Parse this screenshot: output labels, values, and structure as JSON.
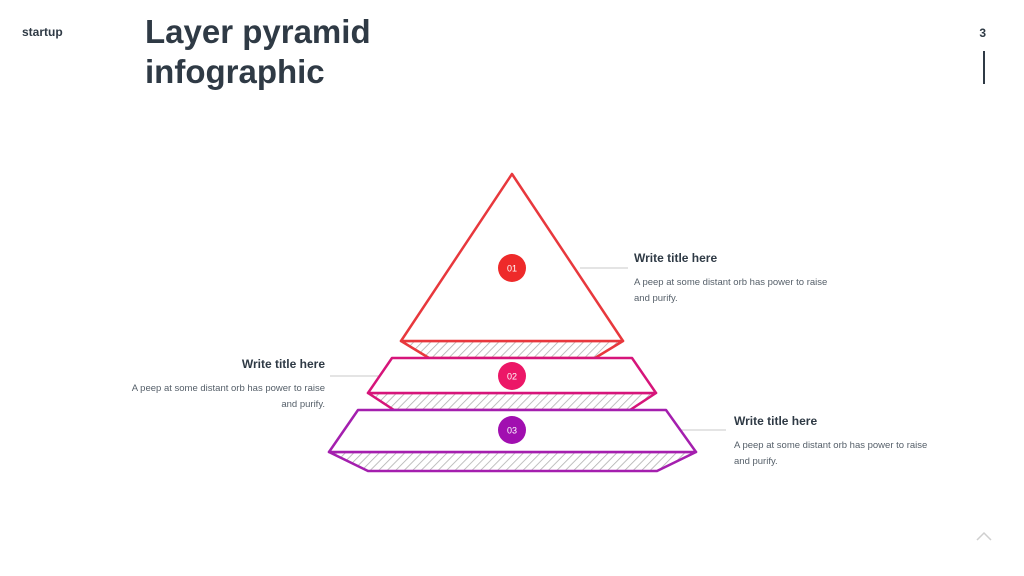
{
  "header": {
    "brand": "startup",
    "title": "Layer pyramid infographic",
    "page_number": "3"
  },
  "layers": [
    {
      "number": "01",
      "title": "Write title here",
      "description": "A peep at some distant orb has power to raise and purify.",
      "color": "#e8383d",
      "badge_color": "#ee2a2a"
    },
    {
      "number": "02",
      "title": "Write title here",
      "description": "A peep at some distant orb has power to raise and purify.",
      "color": "#d6157a",
      "badge_color": "#ec1767"
    },
    {
      "number": "03",
      "title": "Write title here",
      "description": "A peep at some distant orb has power to raise and purify.",
      "color": "#a41fae",
      "badge_color": "#a10fb0"
    }
  ],
  "colors": {
    "text_dark": "#2f3a45",
    "text_muted": "#555f69",
    "connector": "#c8c8c8",
    "hatch": "#b0b0b0"
  },
  "icons": {
    "scroll_up": "chevron-up-icon"
  }
}
